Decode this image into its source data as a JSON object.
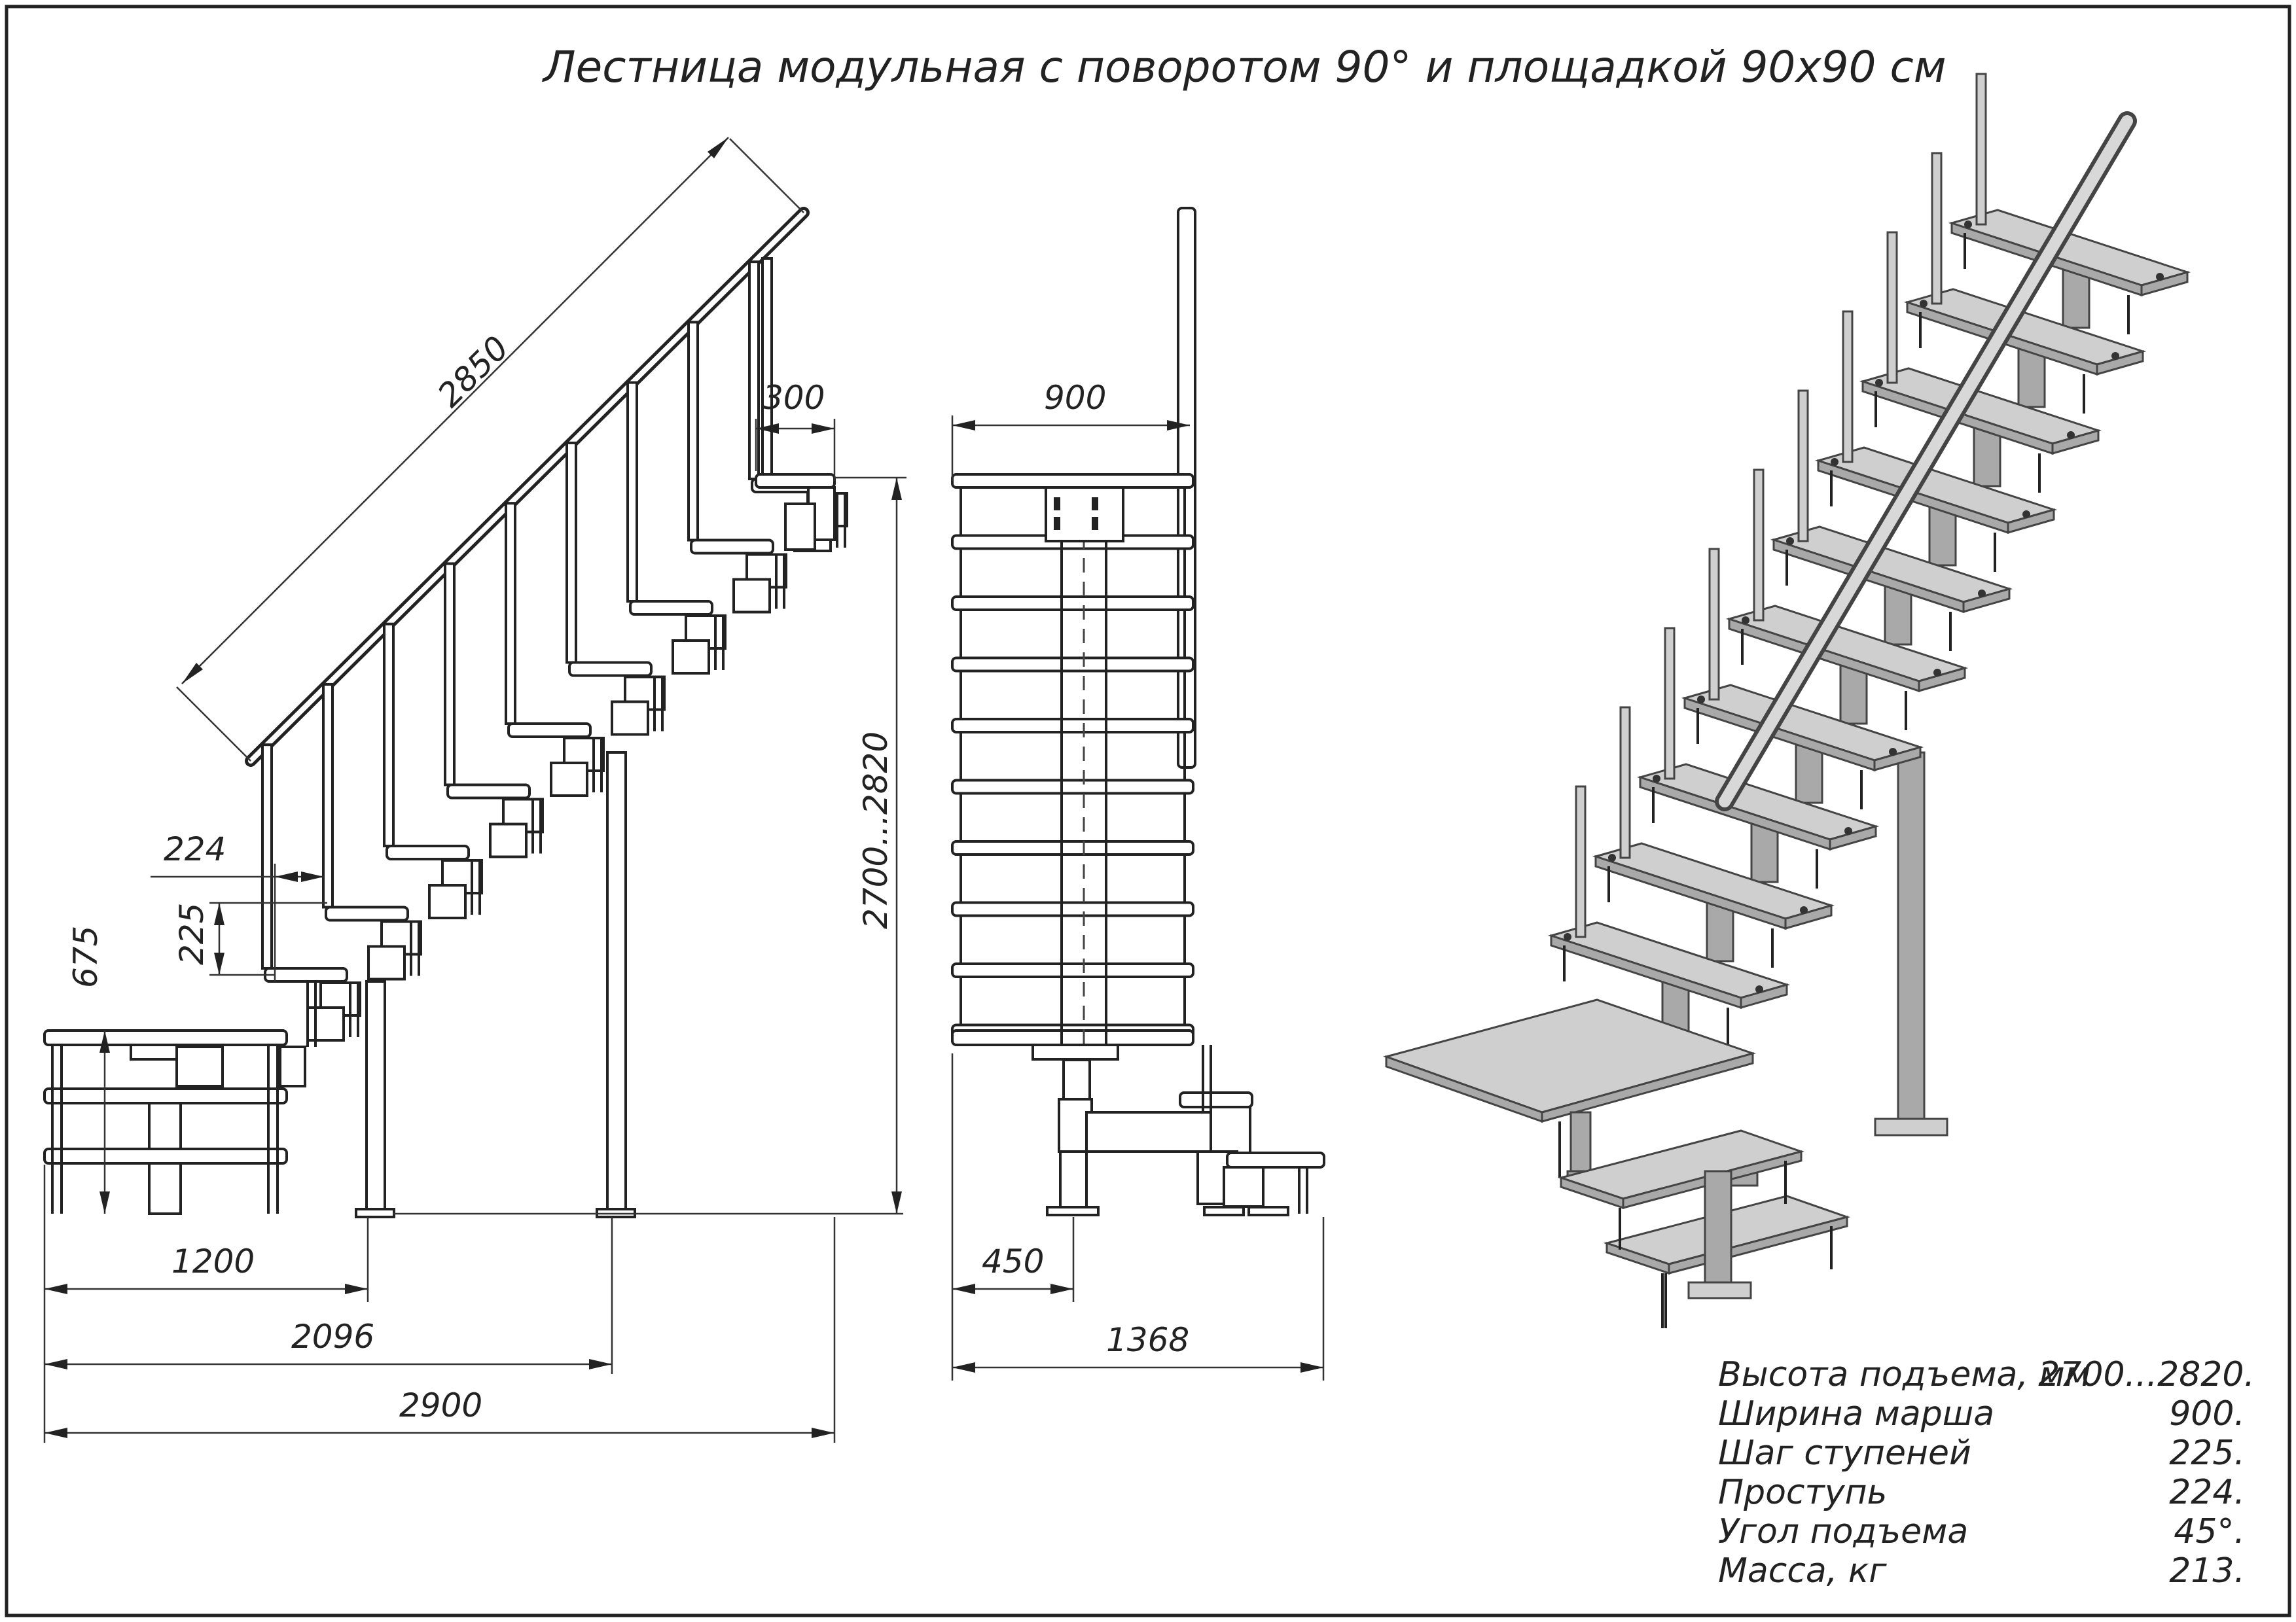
{
  "title": "Лестница модульная с поворотом 90° и площадкой 90х90 см",
  "dimensions": {
    "railing_length": "2850",
    "top_step_offset": "300",
    "tread_depth": "224",
    "step_height": "225",
    "landing_height": "675",
    "total_height": "2700...2820",
    "width_a": "1200",
    "width_b": "2096",
    "width_total": "2900",
    "march_width": "900",
    "lower_offset": "450",
    "side_width": "1368"
  },
  "specs": [
    {
      "label": "Высота подъема, мм",
      "value": "2700...2820."
    },
    {
      "label": "Ширина марша",
      "value": "900."
    },
    {
      "label": "Шаг ступеней",
      "value": "225."
    },
    {
      "label": "Проступь",
      "value": "224."
    },
    {
      "label": "Угол подъема",
      "value": "45°."
    },
    {
      "label": "Масса, кг",
      "value": "213."
    }
  ]
}
